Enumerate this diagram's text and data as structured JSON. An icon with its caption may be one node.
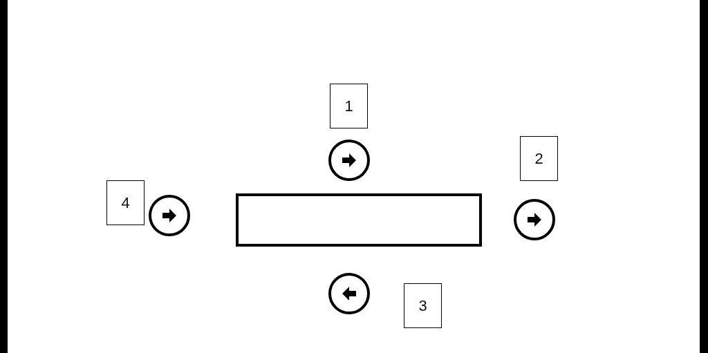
{
  "diagram": {
    "nodes": [
      {
        "text": [
          "1"
        ]
      },
      {
        "text": [
          "2"
        ]
      },
      {
        "text": [
          "4"
        ]
      },
      {
        "text": [],
        "shape": "bar"
      },
      {
        "text": [
          "3"
        ]
      }
    ]
  }
}
